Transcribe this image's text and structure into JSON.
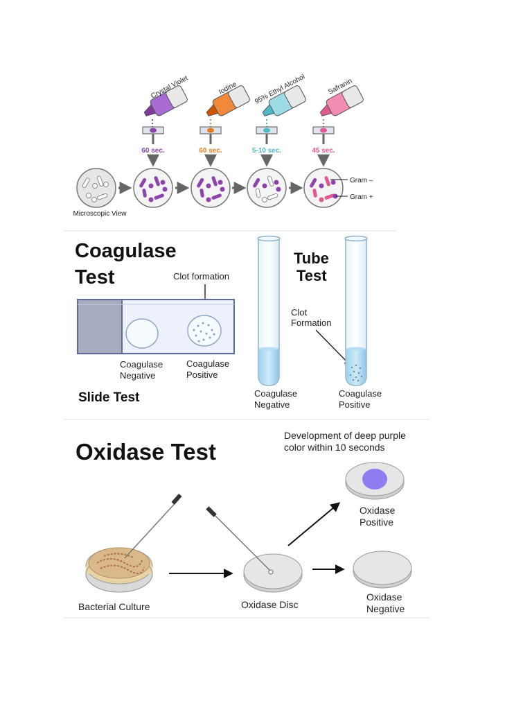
{
  "gram_stain": {
    "reagents": [
      {
        "name": "Crystal Violet",
        "time": "60 sec.",
        "color": "#8e44ad"
      },
      {
        "name": "Iodine",
        "time": "60 sec.",
        "color": "#e67e22"
      },
      {
        "name": "95% Ethyl Alcohol",
        "time": "5-10 sec.",
        "color": "#4fb9c9"
      },
      {
        "name": "Safranin",
        "time": "45 sec.",
        "color": "#e05a8f"
      }
    ],
    "microscopic_view_label": "Microscopic View",
    "gram_negative_label": "Gram –",
    "gram_positive_label": "Gram +"
  },
  "coagulase": {
    "title_line1": "Coagulase",
    "title_line2": "Test",
    "clot_formation_label": "Clot formation",
    "slide_negative_line1": "Coagulase",
    "slide_negative_line2": "Negative",
    "slide_positive_line1": "Coagulase",
    "slide_positive_line2": "Positive",
    "slide_test_label": "Slide Test",
    "tube_title_line1": "Tube",
    "tube_title_line2": "Test",
    "tube_clot_line1": "Clot",
    "tube_clot_line2": "Formation",
    "tube_negative_line1": "Coagulase",
    "tube_negative_line2": "Negative",
    "tube_positive_line1": "Coagulase",
    "tube_positive_line2": "Positive"
  },
  "oxidase": {
    "title": "Oxidase Test",
    "note_line1": "Development of deep purple",
    "note_line2": "color within 10 seconds",
    "positive_line1": "Oxidase",
    "positive_line2": "Positive",
    "negative_line1": "Oxidase",
    "negative_line2": "Negative",
    "bacterial_culture_label": "Bacterial Culture",
    "oxidase_disc_label": "Oxidase Disc",
    "positive_color": "#8f7cf0"
  }
}
